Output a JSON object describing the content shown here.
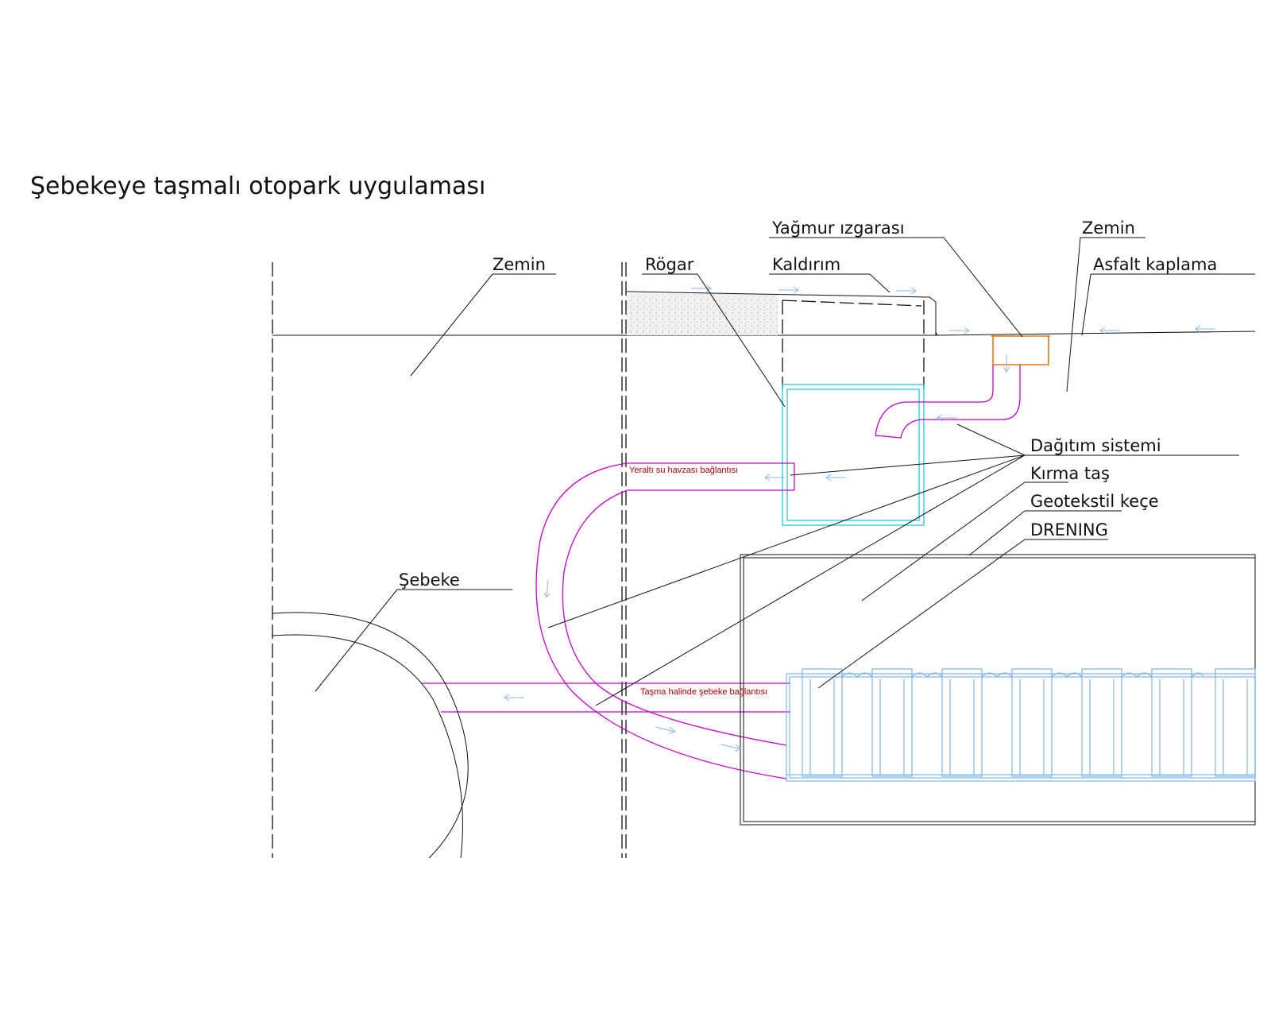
{
  "title": "Şebekeye taşmalı otopark uygulaması",
  "labels": {
    "zemin_left": "Zemin",
    "rogar": "Rögar",
    "kaldirim": "Kaldırım",
    "yagmur_izgarasi": "Yağmur ızgarası",
    "zemin_right": "Zemin",
    "asfalt_kaplama": "Asfalt kaplama",
    "dagitim_sistemi": "Dağıtım sistemi",
    "kirma_tas": "Kırma taş",
    "geotekstil_kece": "Geotekstil keçe",
    "drening": "DRENING",
    "sebeke": "Şebeke",
    "yeralti_baglantisi": "Yeraltı su havzası bağlantısı",
    "tasma_baglantisi": "Taşma halinde şebeke bağlantısı"
  },
  "colors": {
    "line": "#111111",
    "pipe": "#cc00cc",
    "manhole": "#22c8d8",
    "drainage_modules": "#7fb3e8",
    "grate": "#e07a10",
    "flow_arrows": "#8ab7e6",
    "connection_text": "#b00000"
  }
}
